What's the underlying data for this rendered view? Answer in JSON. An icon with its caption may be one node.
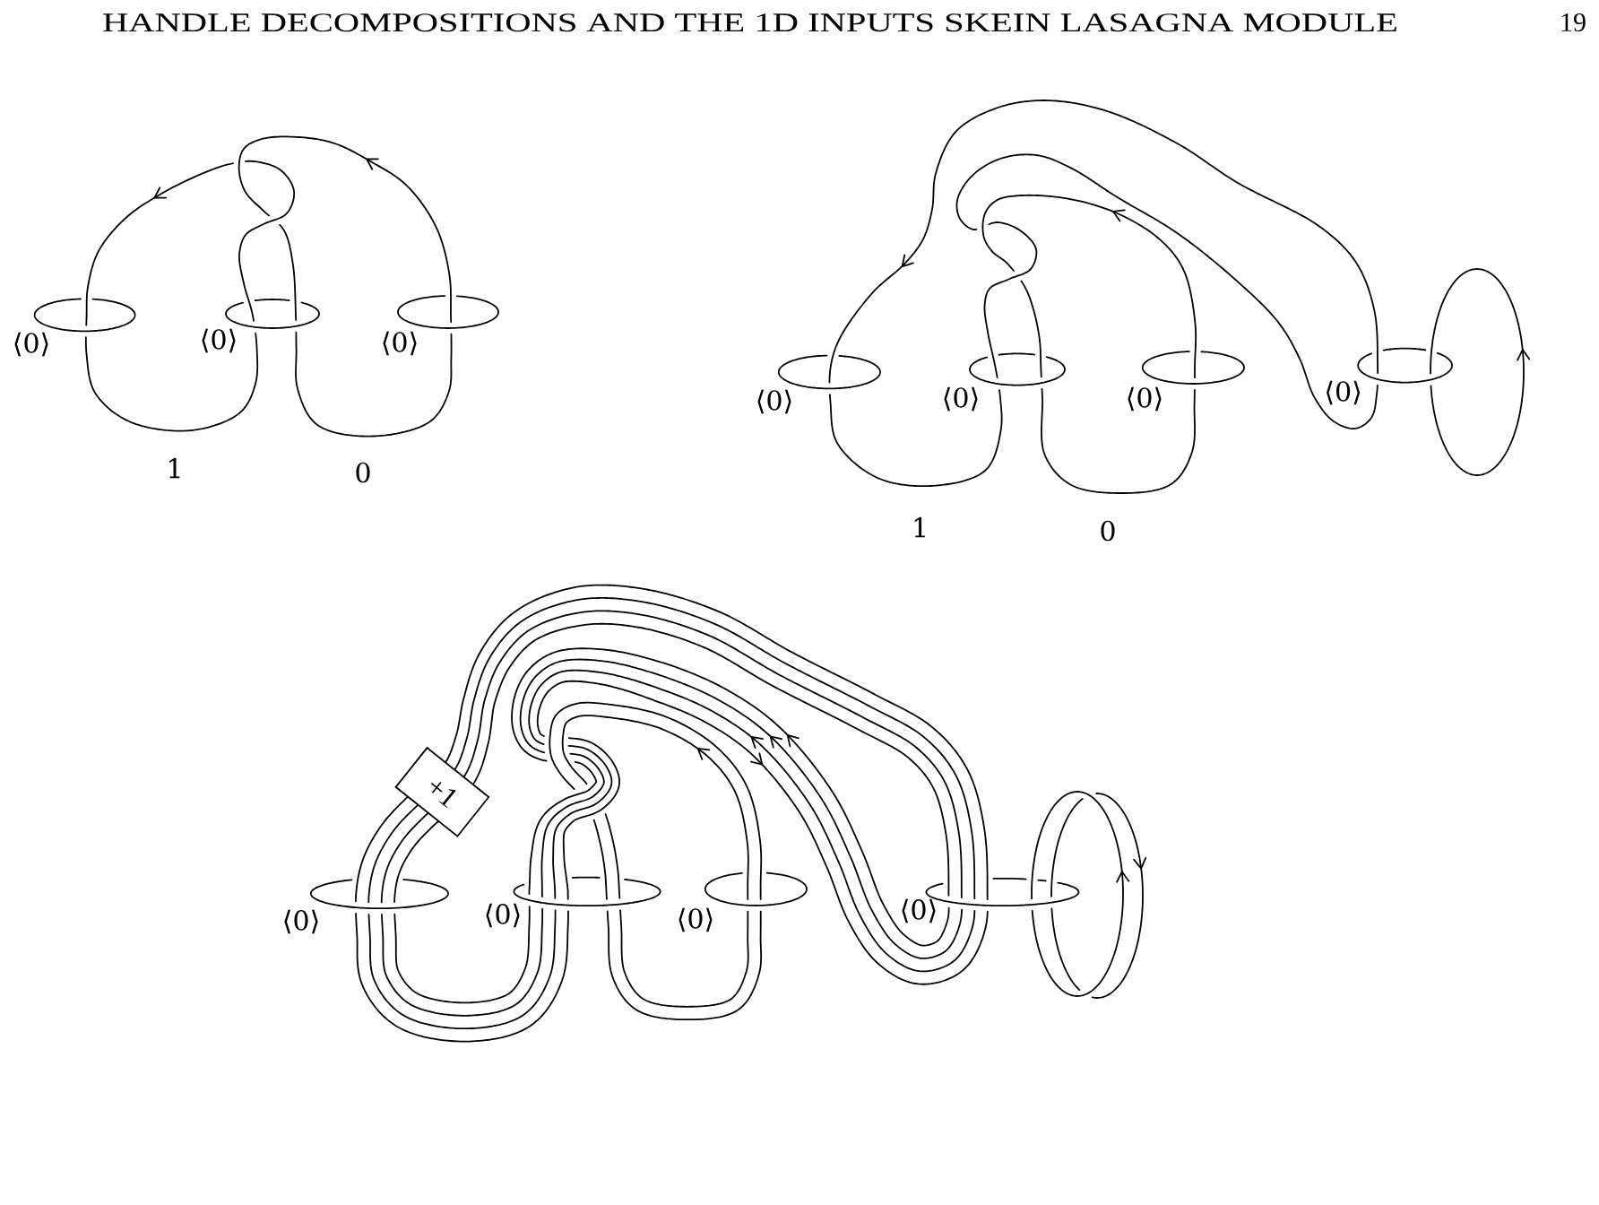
{
  "diagram": {
    "title": "HANDLE DECOMPOSITIONS AND THE 1D INPUTS SKEIN LASAGNA MODULE",
    "nodes": [
      {
        "text": [
          "+1"
        ]
      }
    ],
    "labels": [
      "19",
      "⟨0⟩",
      "⟨0⟩",
      "⟨0⟩",
      "1",
      "0",
      "⟨0⟩",
      "⟨0⟩",
      "⟨0⟩",
      "⟨0⟩",
      "1",
      "0",
      "⟨0⟩",
      "⟨0⟩",
      "⟨0⟩",
      "⟨0⟩"
    ]
  }
}
